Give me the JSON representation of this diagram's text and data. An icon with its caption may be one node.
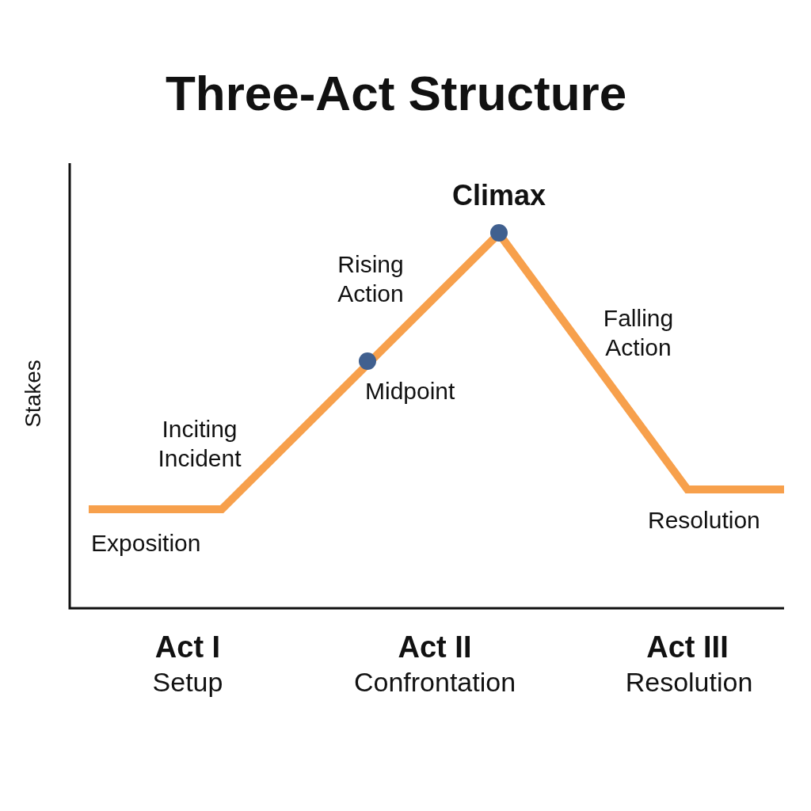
{
  "diagram": {
    "title": "Three-Act Structure",
    "labels": [
      "Climax",
      "Rising Action",
      "Falling Action",
      "Midpoint",
      "Stakes",
      "Inciting Incident",
      "Resolution",
      "Exposition",
      "Act I",
      "Setup",
      "Act II",
      "Confrontation",
      "Act III",
      "Resolution"
    ]
  }
}
